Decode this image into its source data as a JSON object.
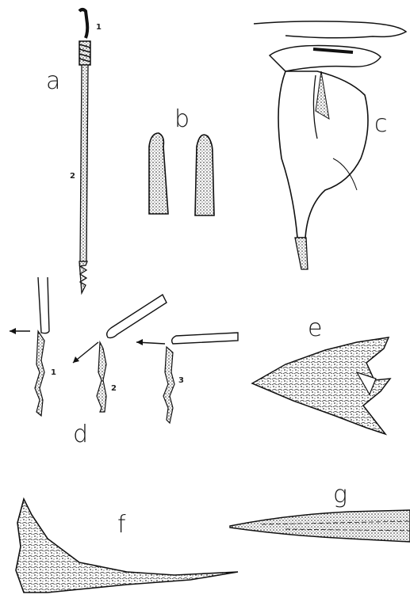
{
  "labels": {
    "a": "a",
    "b": "b",
    "c": "c",
    "d": "d",
    "e": "e",
    "f": "f",
    "g": "g"
  },
  "numbers": {
    "a_1": "1",
    "a_2": "2",
    "d_1": "1",
    "d_2": "2",
    "d_3": "3"
  },
  "colors": {
    "ink": "#1a1a1a",
    "paper": "#ffffff"
  }
}
